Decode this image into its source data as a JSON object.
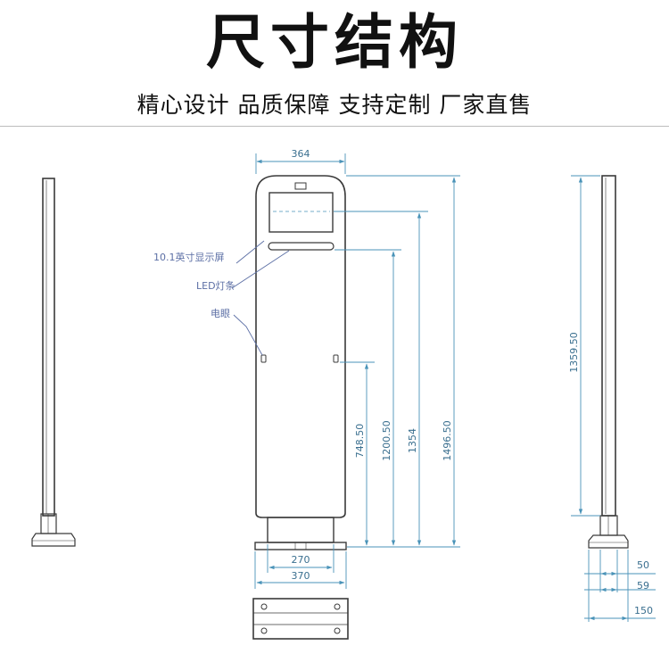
{
  "header": {
    "title": "尺寸结构",
    "subtitle": "精心设计 品质保障 支持定制 厂家直售"
  },
  "callouts": {
    "display": "10.1英寸显示屏",
    "led": "LED灯条",
    "eye": "电眼"
  },
  "dimensions": {
    "top_width": "364",
    "base_inner": "270",
    "base_outer": "370",
    "h_eye": "748.50",
    "h_led": "1200.50",
    "h_screen": "1354",
    "h_total": "1496.50",
    "side_height": "1359.50",
    "side_w1": "50",
    "side_w2": "59",
    "side_w3": "150"
  },
  "colors": {
    "dimension": "#4a93b8",
    "outline": "#3a3a3a",
    "callout": "#5c6fa5"
  }
}
